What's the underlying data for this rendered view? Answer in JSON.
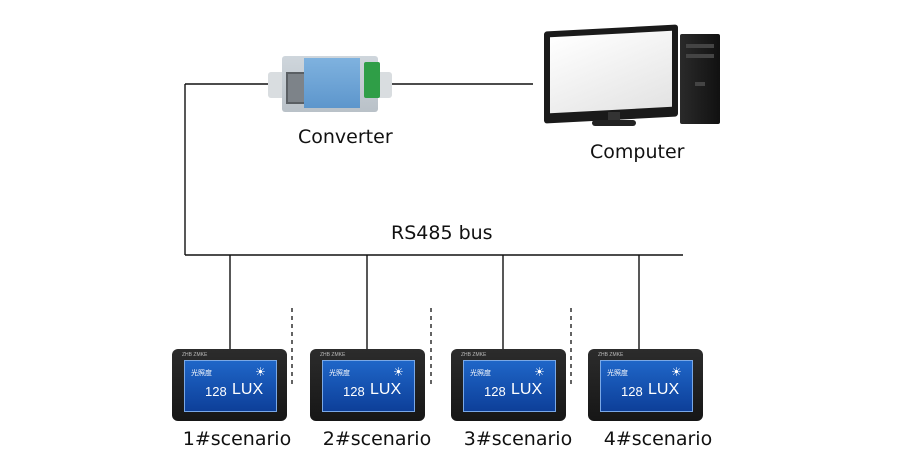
{
  "labels": {
    "converter": "Converter",
    "computer": "Computer",
    "bus": "RS485 bus"
  },
  "panel_brand": "ZHB ZMKE",
  "panels": [
    {
      "title": "光照度",
      "value": "128",
      "unit": "LUX",
      "caption": "1#scenario"
    },
    {
      "title": "光照度",
      "value": "128",
      "unit": "LUX",
      "caption": "2#scenario"
    },
    {
      "title": "光照度",
      "value": "128",
      "unit": "LUX",
      "caption": "3#scenario"
    },
    {
      "title": "光照度",
      "value": "128",
      "unit": "LUX",
      "caption": "4#scenario"
    }
  ],
  "icons": {
    "sun": "☀"
  },
  "colors": {
    "wire": "#111111",
    "panel_screen": "#1a5cc0",
    "converter_label": "#6ea6d8",
    "terminal": "#2f9e47"
  }
}
